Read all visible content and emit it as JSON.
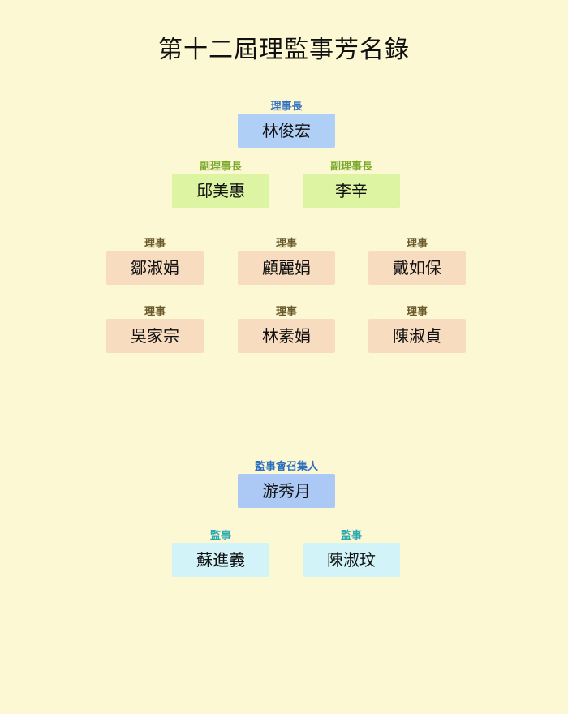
{
  "title": "第十二屆理監事芳名錄",
  "chairman": {
    "role": "理事長",
    "name": "林俊宏"
  },
  "vice_chairmen": [
    {
      "role": "副理事長",
      "name": "邱美惠"
    },
    {
      "role": "副理事長",
      "name": "李辛"
    }
  ],
  "directors": [
    {
      "role": "理事",
      "name": "鄒淑娟"
    },
    {
      "role": "理事",
      "name": "顧麗娟"
    },
    {
      "role": "理事",
      "name": "戴如保"
    },
    {
      "role": "理事",
      "name": "吳家宗"
    },
    {
      "role": "理事",
      "name": "林素娟"
    },
    {
      "role": "理事",
      "name": "陳淑貞"
    }
  ],
  "convener": {
    "role": "監事會召集人",
    "name": "游秀月"
  },
  "supervisors": [
    {
      "role": "監事",
      "name": "蘇進義"
    },
    {
      "role": "監事",
      "name": "陳淑玟"
    }
  ]
}
